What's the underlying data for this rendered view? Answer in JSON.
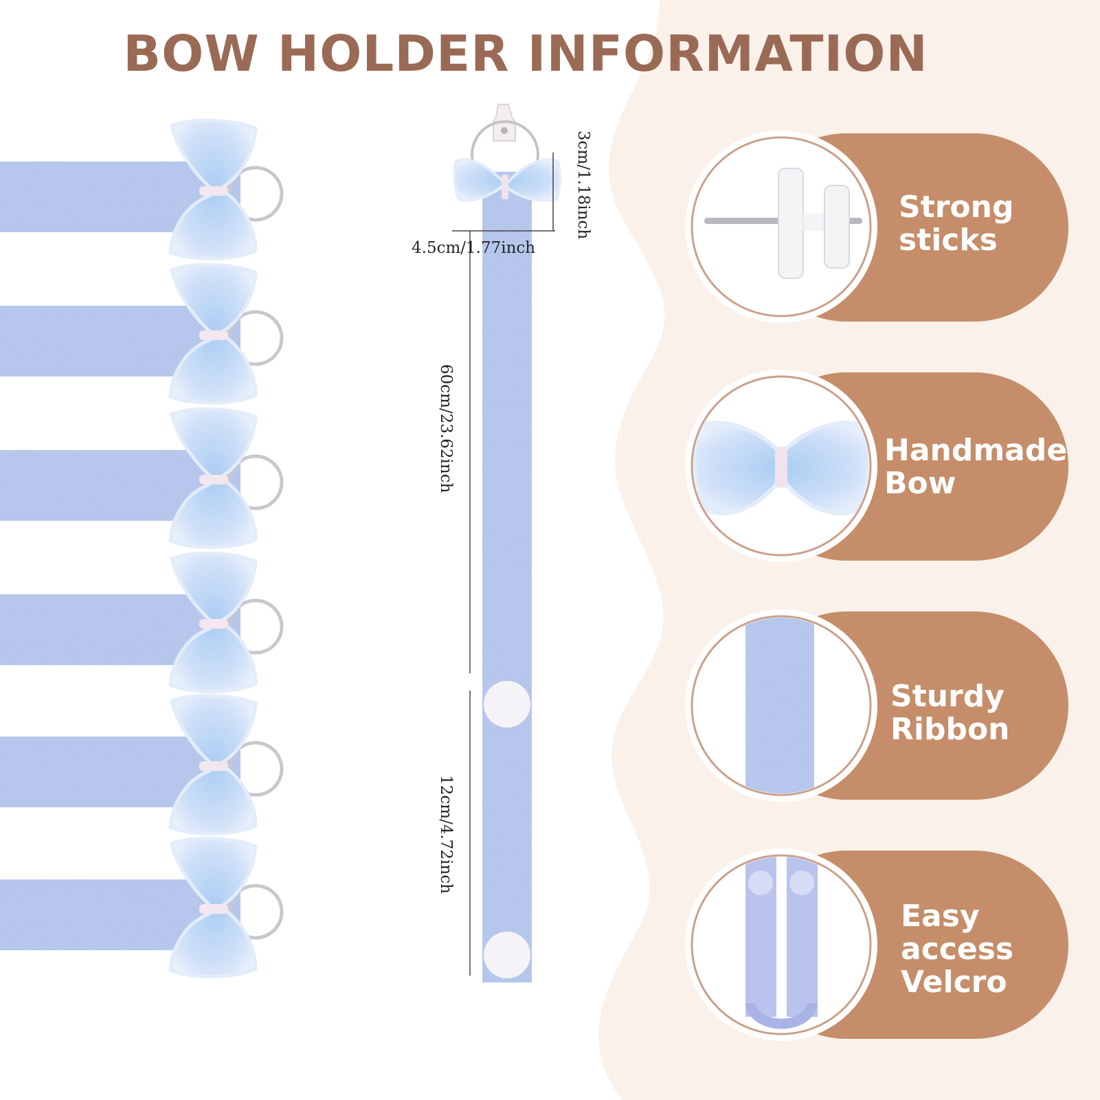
{
  "title": "BOW HOLDER INFORMATION",
  "colors": {
    "title": "#9a6a55",
    "panel": "#c58d6a",
    "wave": "#faf1ea",
    "ribbon": "#b9c9ee",
    "bow": "#cfe0f8",
    "ring": "#c8c8cc"
  },
  "dimensions": {
    "top_height": "3cm/1.18inch",
    "bow_width": "4.5cm/1.77inch",
    "ribbon_length": "60cm/23.62inch",
    "velcro_spacing": "12cm/4.72inch"
  },
  "features": [
    {
      "icon": "wall-hook-icon",
      "lines": [
        "Strong",
        "sticks"
      ]
    },
    {
      "icon": "bow-icon",
      "lines": [
        "Handmade",
        "Bow"
      ]
    },
    {
      "icon": "ribbon-icon",
      "lines": [
        "Sturdy",
        "Ribbon"
      ]
    },
    {
      "icon": "velcro-icon",
      "lines": [
        "Easy",
        "access",
        "Velcro"
      ]
    }
  ]
}
